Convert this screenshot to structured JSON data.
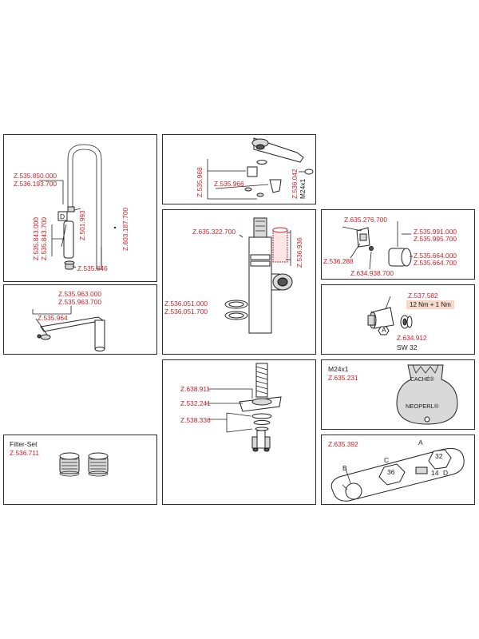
{
  "panel_spout": {
    "labels": [
      "Z.535.850.000",
      "Z.536.193.700",
      "Z.535.843.000",
      "Z.535.843.700",
      "Z.501.993",
      "Z.603.187.700",
      "Z.535.846"
    ],
    "letter": "D"
  },
  "panel_lever": {
    "labels": [
      "Z.535.968",
      "Z.535.966",
      "Z.536.042",
      "M24x1"
    ]
  },
  "panel_cartridge": {
    "labels": [
      "Z.635.322.700",
      "Z.536.936",
      "Z.536.051.000",
      "Z.536.051.700"
    ]
  },
  "panel_handle": {
    "labels": [
      "Z.635.276.700",
      "Z.535.991.000",
      "Z.535.995.700",
      "Z.536.288",
      "Z.535.664.000",
      "Z.535.664.700",
      "Z.634.938.700"
    ]
  },
  "panel_crank": {
    "labels": [
      "Z.535.963.000",
      "Z.535.963.700",
      "Z.535.964"
    ]
  },
  "panel_valve": {
    "labels": [
      "Z.537.582",
      "Z.634.912",
      "SW 32"
    ],
    "torque": "12 Nm + 1 Nm",
    "letter": "A"
  },
  "panel_mount": {
    "labels": [
      "Z.638.911",
      "Z.532.241",
      "Z.538.336"
    ]
  },
  "panel_key": {
    "labels": [
      "M24x1",
      "Z.635.231"
    ],
    "key_text": [
      "CACHÉ®",
      "NEOPERL®"
    ]
  },
  "panel_filter": {
    "labels": [
      "Filter-Set",
      "Z.536.711"
    ]
  },
  "panel_wrench": {
    "labels": [
      "Z.635.392",
      "A",
      "B",
      "C",
      "D",
      "32",
      "36",
      "14"
    ]
  }
}
